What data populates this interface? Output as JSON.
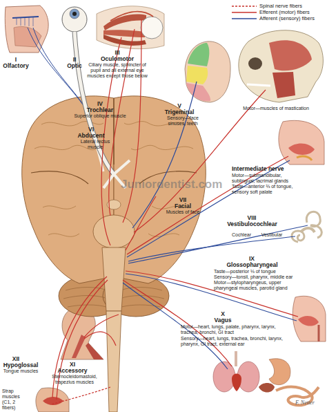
{
  "diagram": {
    "labels": [
      "I",
      "Olfactory",
      "II",
      "Optic",
      "III",
      "Oculomotor",
      "Ciliary muscle, sphincter of pupil and all external eye muscles except those below",
      "IV",
      "Trochlear",
      "Superior oblique muscle",
      "V",
      "Trigeminal",
      "Sensory—face sinuses, teeth",
      "Motor—muscles of mastication",
      "VI",
      "Abducent",
      "Lateral rectus muscle",
      "VII",
      "Facial",
      "Muscles of face",
      "Intermediate nerve",
      "Motor—submandibular, sublingual, lacrimal glands",
      "Taste—anterior ⅔ of tongue, sensory soft palate",
      "VIII",
      "Vestibulocochlear",
      "Cochlear",
      "Vestibular",
      "IX",
      "Glossopharyngeal",
      "Taste—posterior ⅓ of tongue",
      "Sensory—tonsil, pharynx, middle ear",
      "Motor—stylopharyngeus, upper pharyngeal muscles, parotid gland",
      "X",
      "Vagus",
      "Motor—heart, lungs, palate, pharynx, larynx, trachea, bronchi, GI tract",
      "Sensory—heart, lungs, trachea, bronchi, larynx, pharynx, GI tract, external ear",
      "XII",
      "Hypoglossal",
      "Tongue muscles",
      "XI",
      "Accessory",
      "Sternocleidomastoid, trapezius muscles",
      "Strap muscles (C1, 2 fibers)",
      "Juniordentist.com",
      "F. Netter"
    ],
    "legend": [
      {
        "text": "Spinal nerve fibers"
      },
      {
        "text": "Efferent (motor) fibers"
      },
      {
        "text": "Afferent (sensory) fibers"
      }
    ]
  }
}
